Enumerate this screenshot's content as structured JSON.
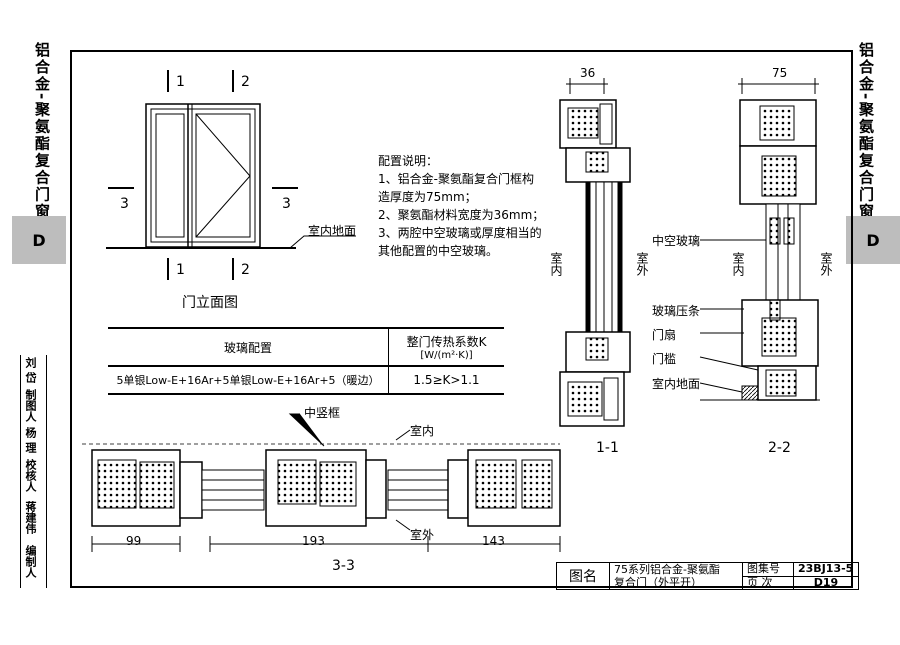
{
  "side": {
    "left_title": "铝合金-聚氨酯复合门窗",
    "right_title": "铝合金-聚氨酯复合门窗",
    "tab": "D"
  },
  "signatures": [
    "编制人",
    "蒋建伟",
    "校核人",
    "杨 理",
    "制图人",
    "刘 岱"
  ],
  "elevation": {
    "title": "门立面图",
    "section_1": "1",
    "section_2": "2",
    "section_3": "3",
    "floor_label": "室内地面"
  },
  "notes": {
    "heading": "配置说明：",
    "lines": [
      "1、铝合金-聚氨酯复合门框构",
      "造厚度为75mm；",
      "2、聚氨酯材料宽度为36mm；",
      "3、两腔中空玻璃或厚度相当的",
      "其他配置的中空玻璃。"
    ]
  },
  "glass_table": {
    "header_config": "玻璃配置",
    "header_k": "整门传热系数K",
    "header_k_unit": "[W/(m²·K)]",
    "row_config": "5单银Low-E+16Ar+5单银Low-E+16Ar+5（暖边）",
    "row_k": "1.5≥K>1.1"
  },
  "section11": {
    "dim": "36",
    "indoor": "室内",
    "outdoor": "室外",
    "title": "1-1"
  },
  "section22": {
    "dim": "75",
    "indoor": "室内",
    "outdoor": "室外",
    "title": "2-2",
    "labels": [
      "中空玻璃",
      "玻璃压条",
      "门扇",
      "门槛",
      "室内地面"
    ]
  },
  "section33": {
    "mullion_label": "中竖框",
    "indoor": "室内",
    "outdoor": "室外",
    "dims": [
      "99",
      "193",
      "143"
    ],
    "title": "3-3"
  },
  "title_block": {
    "name_label": "图名",
    "name_line1": "75系列铝合金-聚氨酯",
    "name_line2": "复合门（外平开）",
    "atlas_label": "图集号",
    "atlas_value": "23BJ13-5",
    "page_label": "页 次",
    "page_value": "D19"
  }
}
